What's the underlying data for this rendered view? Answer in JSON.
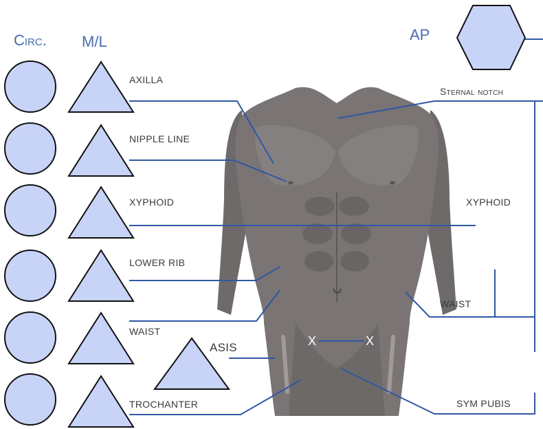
{
  "headers": {
    "circ": "Circ.",
    "ml": "M/L",
    "ap": "AP"
  },
  "left_labels": {
    "axilla": "AXILLA",
    "nipple_line": "NIPPLE LINE",
    "xyphoid": "XYPHOID",
    "lower_rib": "LOWER RIB",
    "waist": "WAIST",
    "trochanter": "TROCHANTER"
  },
  "asis_label": "ASIS",
  "right_labels": {
    "sternal_notch": "Sternal notch",
    "xyphoid": "XYPHOID",
    "waist": "WAIST",
    "sym_pubis": "SYM PUBIS"
  },
  "asis_marks": [
    "X",
    "X"
  ],
  "colors": {
    "shape_fill": "#c8d3f8",
    "shape_stroke": "#111111",
    "line": "#2f57a3",
    "header": "#4a6cb0",
    "body_tone": "#7a7474"
  }
}
